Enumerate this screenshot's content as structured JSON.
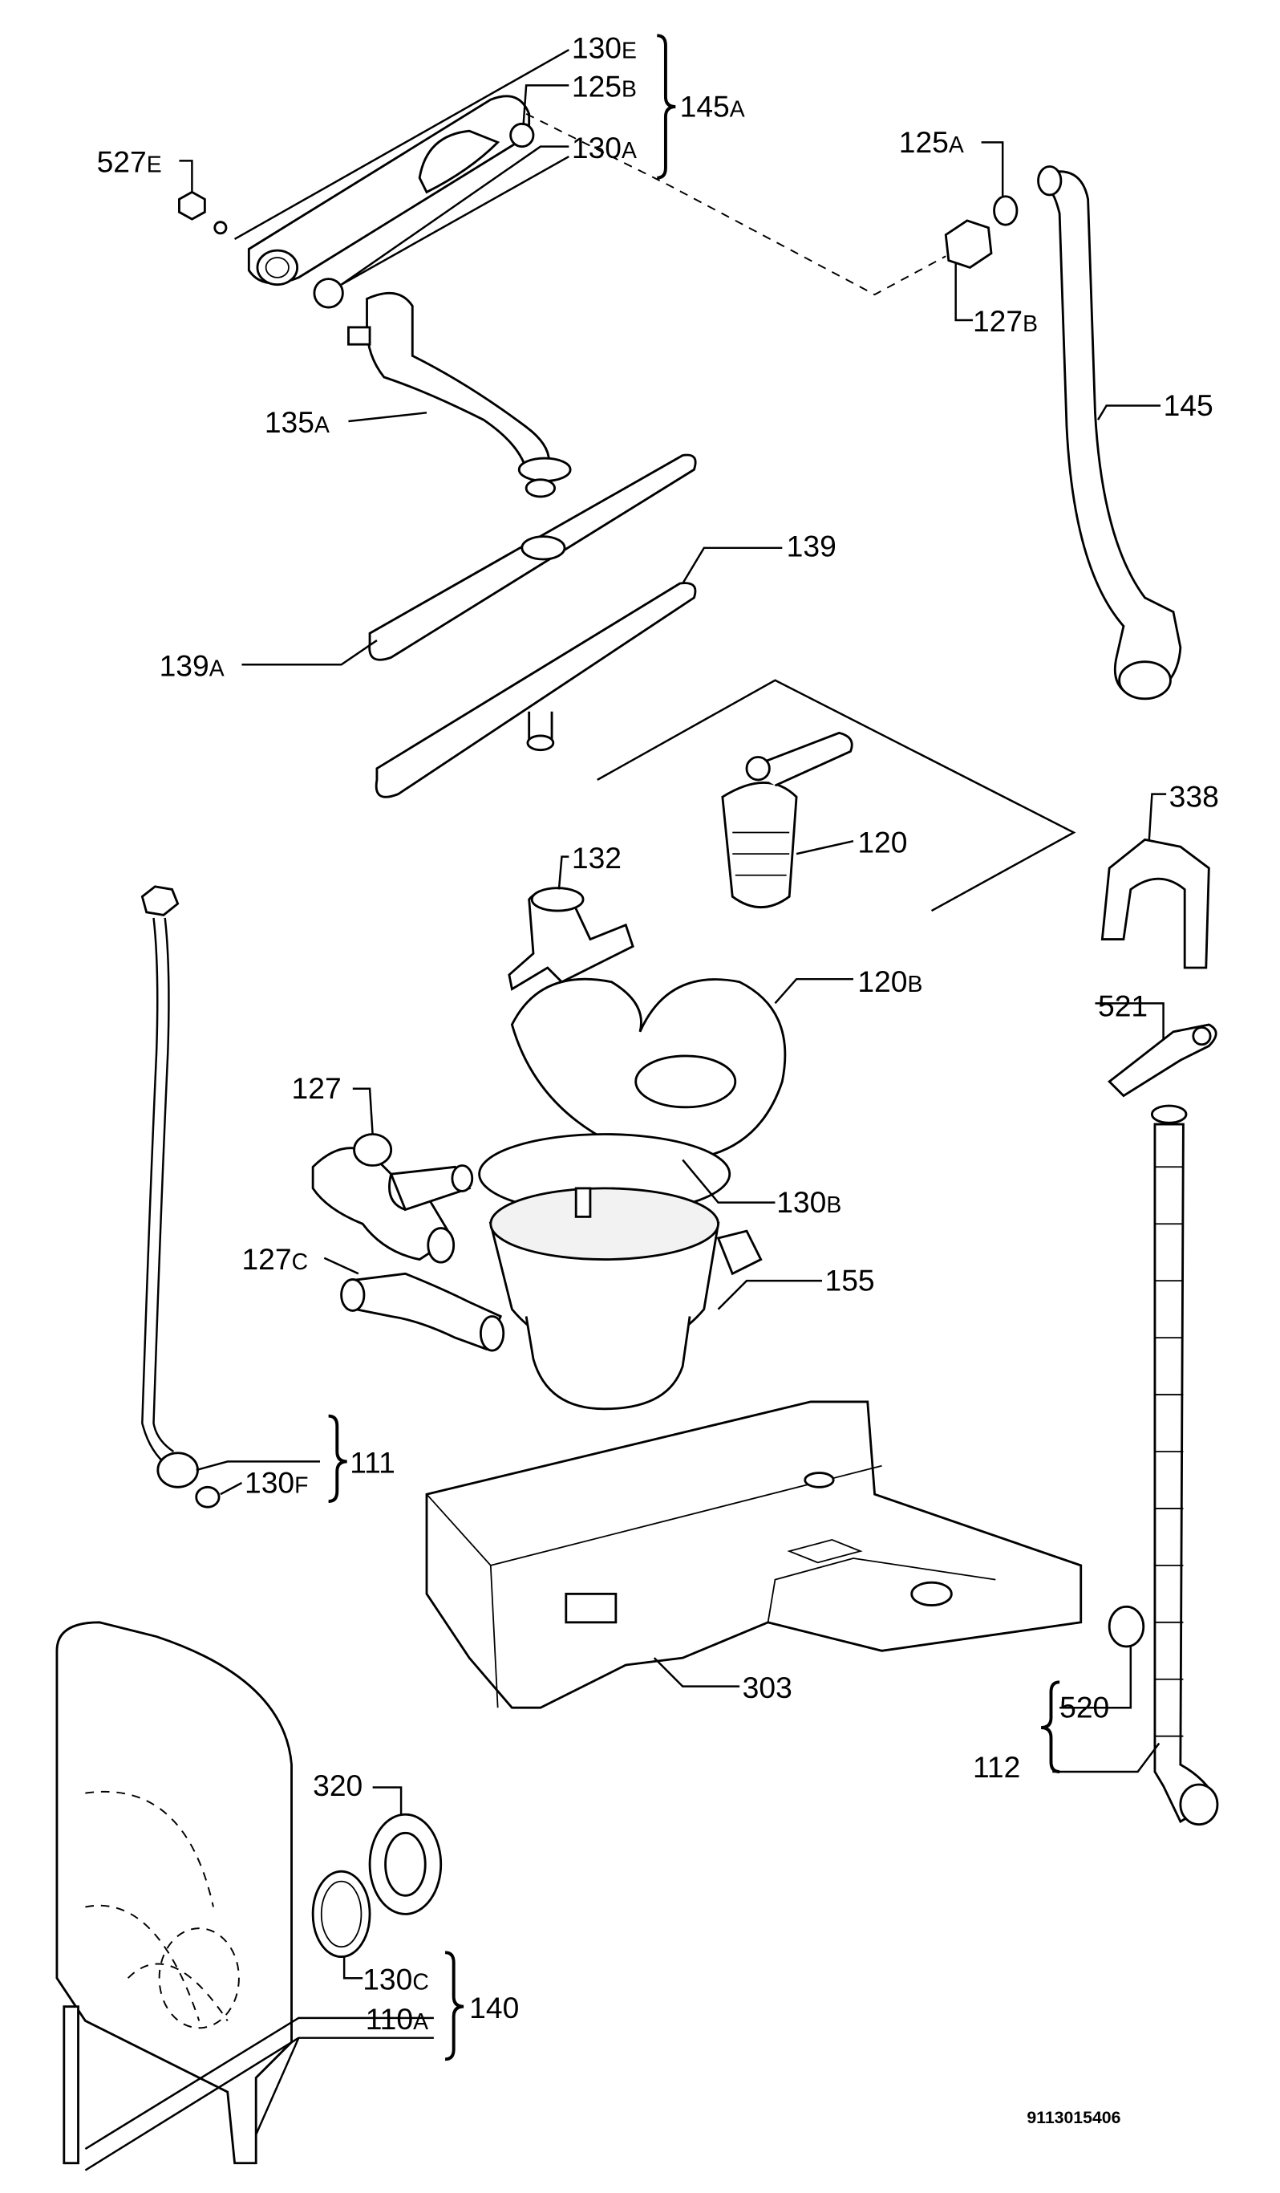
{
  "labels": {
    "l130E": {
      "num": "130",
      "sfx": "E"
    },
    "l125B": {
      "num": "125",
      "sfx": "B"
    },
    "l130A": {
      "num": "130",
      "sfx": "A"
    },
    "l145A": {
      "num": "145",
      "sfx": "A"
    },
    "l527E": {
      "num": "527",
      "sfx": "E"
    },
    "l125A": {
      "num": "125",
      "sfx": "A"
    },
    "l127B": {
      "num": "127",
      "sfx": "B"
    },
    "l145": {
      "num": "145",
      "sfx": ""
    },
    "l135A": {
      "num": "135",
      "sfx": "A"
    },
    "l139": {
      "num": "139",
      "sfx": ""
    },
    "l139A": {
      "num": "139",
      "sfx": "A"
    },
    "l338": {
      "num": "338",
      "sfx": ""
    },
    "l120": {
      "num": "120",
      "sfx": ""
    },
    "l132": {
      "num": "132",
      "sfx": ""
    },
    "l120B": {
      "num": "120",
      "sfx": "B"
    },
    "l521": {
      "num": "521",
      "sfx": ""
    },
    "l127": {
      "num": "127",
      "sfx": ""
    },
    "l130B": {
      "num": "130",
      "sfx": "B"
    },
    "l127C": {
      "num": "127",
      "sfx": "C"
    },
    "l155": {
      "num": "155",
      "sfx": ""
    },
    "l130F": {
      "num": "130",
      "sfx": "F"
    },
    "l111": {
      "num": "111",
      "sfx": ""
    },
    "l303": {
      "num": "303",
      "sfx": ""
    },
    "l320": {
      "num": "320",
      "sfx": ""
    },
    "l520": {
      "num": "520",
      "sfx": ""
    },
    "l112": {
      "num": "112",
      "sfx": ""
    },
    "l130C": {
      "num": "130",
      "sfx": "C"
    },
    "l110A": {
      "num": "110",
      "sfx": "A"
    },
    "l140": {
      "num": "140",
      "sfx": ""
    }
  },
  "drawing_code": "9113015406"
}
